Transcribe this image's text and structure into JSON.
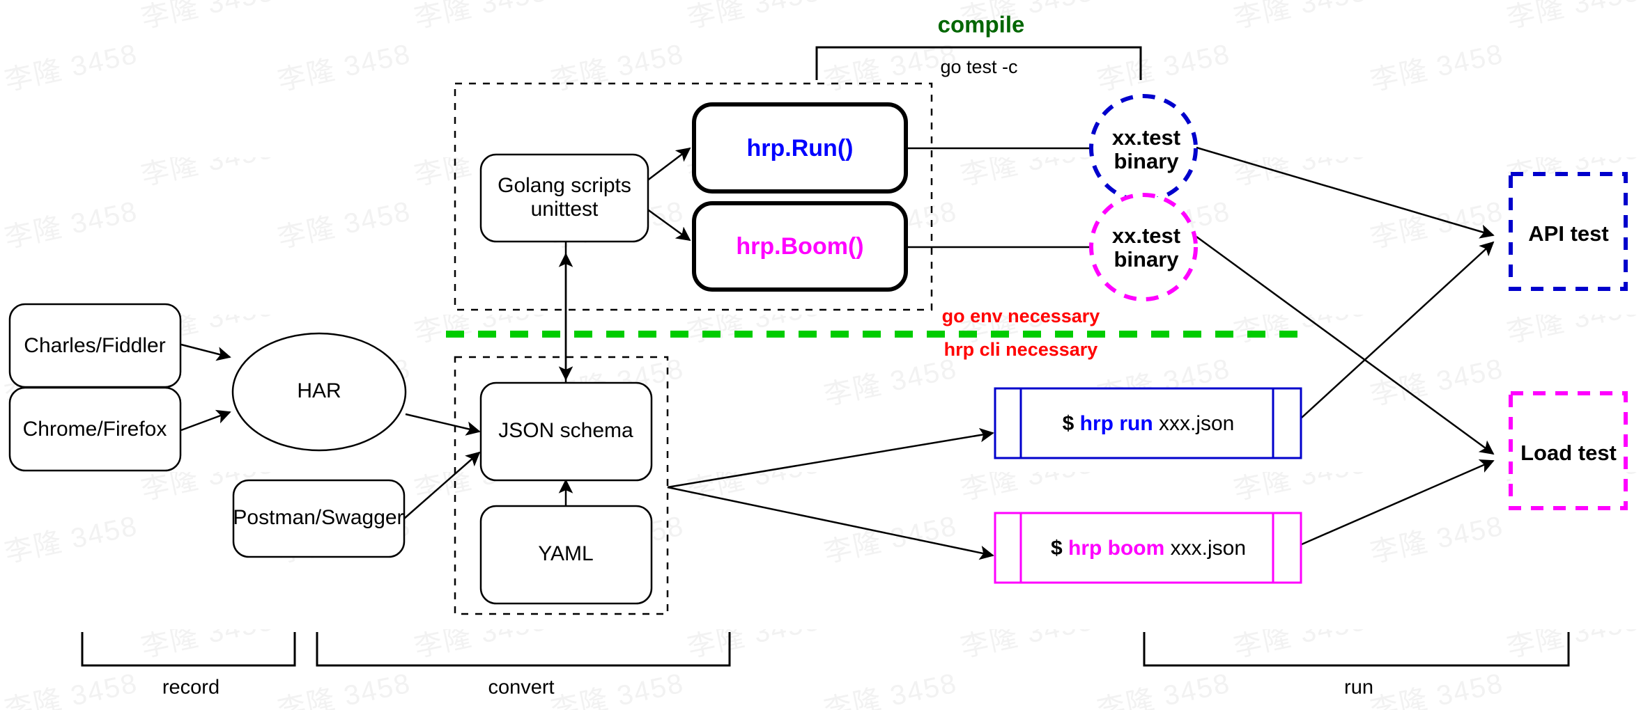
{
  "diagram": {
    "title_labels": {
      "compile": "compile",
      "compile_command": "go test -c",
      "divider_above": "go env necessary",
      "divider_below": "hrp cli necessary"
    },
    "record": {
      "nodes": [
        {
          "id": "charles-fiddler",
          "label": "Charles/Fiddler"
        },
        {
          "id": "chrome-firefox",
          "label": "Chrome/Firefox"
        },
        {
          "id": "har",
          "label": "HAR"
        },
        {
          "id": "postman-swagger",
          "label": "Postman/Swagger"
        }
      ]
    },
    "convert": {
      "nodes": [
        {
          "id": "json-schema",
          "label": "JSON schema"
        },
        {
          "id": "yaml",
          "label": "YAML"
        }
      ]
    },
    "golang": {
      "nodes": [
        {
          "id": "golang-scripts",
          "label_line1": "Golang scripts",
          "label_line2": "unittest"
        },
        {
          "id": "hrp-run",
          "label": "hrp.Run()",
          "color": "#0000ff"
        },
        {
          "id": "hrp-boom",
          "label": "hrp.Boom()",
          "color": "#ff00ff"
        }
      ]
    },
    "binaries": [
      {
        "id": "xx-test-binary-blue",
        "label_line1": "xx.test",
        "label_line2": "binary",
        "color": "#0000cc"
      },
      {
        "id": "xx-test-binary-magenta",
        "label_line1": "xx.test",
        "label_line2": "binary",
        "color": "#ff00ff"
      }
    ],
    "commands": [
      {
        "id": "hrp-run-cmd",
        "sigil": "$",
        "keyword": "hrp run",
        "arg": " xxx.json",
        "color": "#0000ff"
      },
      {
        "id": "hrp-boom-cmd",
        "sigil": "$",
        "keyword": "hrp boom",
        "arg": " xxx.json",
        "color": "#ff00ff"
      }
    ],
    "outputs": [
      {
        "id": "api-test",
        "label": "API test",
        "color": "#0000cc"
      },
      {
        "id": "load-test",
        "label": "Load test",
        "color": "#ff00ff"
      }
    ],
    "phases": [
      {
        "id": "phase-record",
        "label": "record"
      },
      {
        "id": "phase-convert",
        "label": "convert"
      },
      {
        "id": "phase-run",
        "label": "run"
      }
    ],
    "watermark": {
      "text": "李隆 3458"
    },
    "colors": {
      "blue": "#0000ff",
      "blue_dark": "#0000cc",
      "magenta": "#ff00ff",
      "green": "#00cc00",
      "green_dark": "#006600",
      "red": "#ff0000",
      "black": "#000000",
      "background": "#ffffff"
    }
  }
}
